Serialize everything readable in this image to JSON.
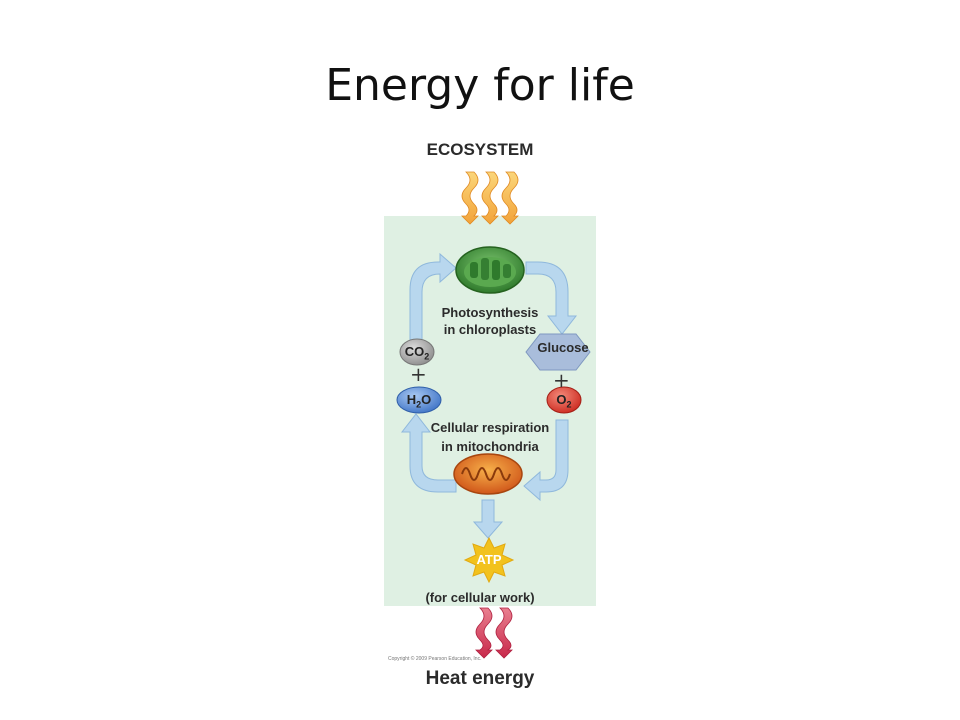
{
  "title": "Energy for life",
  "diagram": {
    "ecosystem_label": "ECOSYSTEM",
    "photosynthesis_line1": "Photosynthesis",
    "photosynthesis_line2": "in chloroplasts",
    "glucose_label": "Glucose",
    "co2_main": "CO",
    "co2_sub": "2",
    "h2o_h": "H",
    "h2o_sub": "2",
    "h2o_o": "O",
    "o2_main": "O",
    "o2_sub": "2",
    "plus": "+",
    "respiration_line1": "Cellular respiration",
    "respiration_line2": "in mitochondria",
    "atp_label": "ATP",
    "work_label": "(for cellular work)",
    "heat_label": "Heat energy",
    "copyright": "Copyright © 2009 Pearson Education, Inc."
  },
  "colors": {
    "panel": "#dff0e3",
    "cycle_arrow": "#b8d7ee",
    "sun_arrow": "#f2a33a",
    "heat_arrow": "#d63a55",
    "co2": "#a8a8a8",
    "h2o": "#5b8fd8",
    "o2": "#e03a2e",
    "glucose": "#a9bddb",
    "atp": "#f2c21d",
    "chloroplast": "#4a9a42",
    "mitochondrion": "#e06a1d"
  }
}
